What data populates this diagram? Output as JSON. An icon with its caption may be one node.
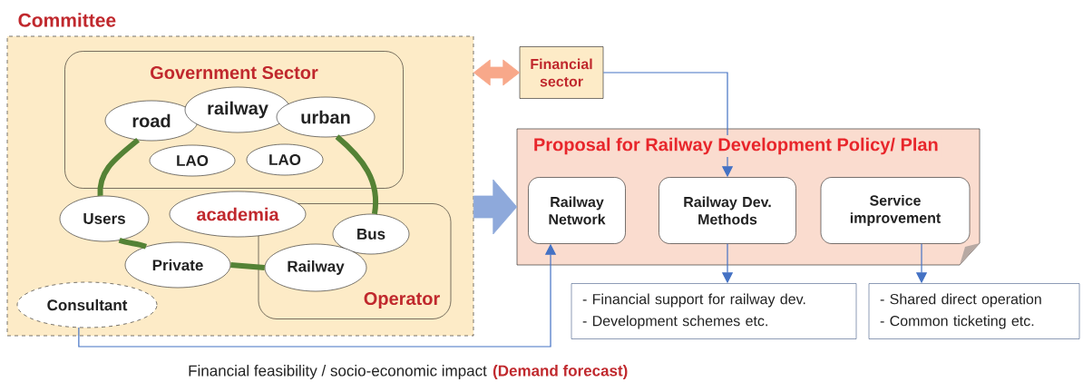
{
  "diagram": {
    "nodes": [
      {
        "text": [
          "Committee"
        ]
      },
      {
        "text": [
          "Government Sector"
        ],
        "in": 0
      },
      {
        "text": [
          "road"
        ],
        "in": 1
      },
      {
        "text": [
          "railway"
        ],
        "in": 1
      },
      {
        "text": [
          "urban"
        ],
        "in": 1
      },
      {
        "text": [
          "LAO"
        ],
        "in": 1
      },
      {
        "text": [
          "LAO"
        ],
        "in": 1
      },
      {
        "text": [
          "Operator"
        ],
        "in": 0
      },
      {
        "text": [
          "Users"
        ],
        "in": 0
      },
      {
        "text": [
          "academia"
        ],
        "in": 0
      },
      {
        "text": [
          "Private"
        ],
        "in": 0
      },
      {
        "text": [
          "Bus"
        ],
        "in": 7
      },
      {
        "text": [
          "Railway"
        ],
        "in": 7
      },
      {
        "text": [
          "Consultant"
        ],
        "in": 0
      },
      {
        "text": [
          "Financial sector"
        ]
      },
      {
        "text": [
          "Proposal for Railway Development Policy/ Plan"
        ]
      },
      {
        "text": [
          "Railway Network"
        ],
        "in": 15
      },
      {
        "text": [
          "Railway Dev. Methods"
        ],
        "in": 15
      },
      {
        "text": [
          "Service improvement"
        ],
        "in": 15
      },
      {
        "text": [
          "- Financial support for railway dev.",
          "- Development schemes etc."
        ]
      },
      {
        "text": [
          "- Shared direct operation",
          "- Common ticketing etc."
        ]
      }
    ],
    "edges": [
      {
        "from": 2,
        "to": 8,
        "arrow": "none",
        "style": "thick",
        "color": "#548235"
      },
      {
        "from": 4,
        "to": 11,
        "arrow": "none",
        "style": "thick",
        "color": "#548235"
      },
      {
        "from": 8,
        "to": 10,
        "arrow": "none",
        "style": "thick",
        "color": "#548235"
      },
      {
        "from": 10,
        "to": 12,
        "arrow": "none",
        "style": "thick",
        "color": "#548235"
      },
      {
        "from": 0,
        "to": 14,
        "arrow": "both",
        "style": "thick",
        "color": "#f8a88a"
      },
      {
        "from": 0,
        "to": 15,
        "arrow": "to",
        "style": "thick",
        "color": "#8ea9db"
      },
      {
        "from": 14,
        "to": 17,
        "arrow": "to",
        "color": "#4472c4"
      },
      {
        "from": 17,
        "to": 19,
        "arrow": "to",
        "color": "#4472c4"
      },
      {
        "from": 18,
        "to": 20,
        "arrow": "to",
        "color": "#4472c4"
      },
      {
        "from": 13,
        "to": 16,
        "arrow": "to",
        "color": "#4472c4",
        "label": "Financial feasibility / socio-economic impact"
      }
    ],
    "labels": [
      "(Demand forecast)"
    ]
  }
}
